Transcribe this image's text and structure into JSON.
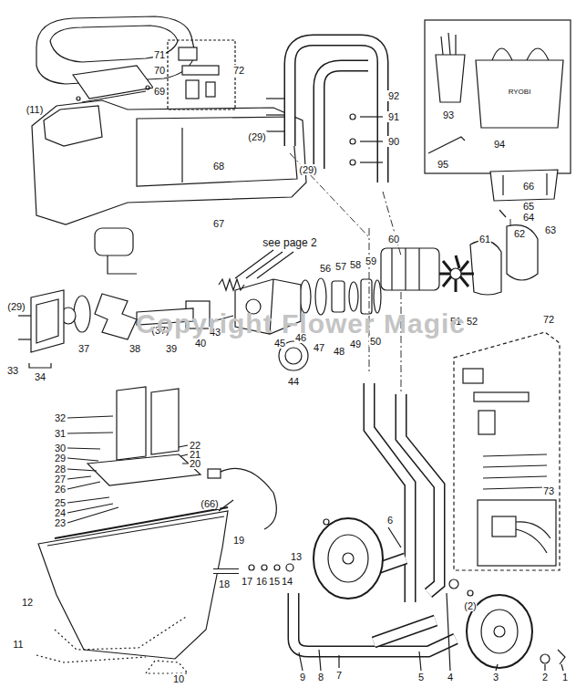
{
  "diagram": {
    "labels": [
      "71",
      "70",
      "72",
      "69",
      "(11)",
      "68",
      "67",
      "see page 2",
      "92",
      "91",
      "90",
      "(29)",
      "(29)",
      "RYOBI",
      "93",
      "94",
      "95",
      "66",
      "65",
      "64",
      "63",
      "62",
      "61",
      "60",
      "59",
      "58",
      "57",
      "56",
      "46",
      "47",
      "48",
      "49",
      "50",
      "51",
      "52",
      "72",
      "(29)",
      "33",
      "34",
      "37",
      "38",
      "39",
      "(37)",
      "40",
      "43",
      "45",
      "44",
      "Copyright Flower Magic",
      "32",
      "31",
      "30",
      "29",
      "28",
      "27",
      "26",
      "25",
      "24",
      "23",
      "22",
      "21",
      "20",
      "(66)",
      "19",
      "73",
      "6",
      "12",
      "18",
      "17",
      "16",
      "15",
      "14",
      "13",
      "(2)",
      "11",
      "10",
      "9",
      "8",
      "7",
      "5",
      "4",
      "3",
      "2",
      "1"
    ]
  }
}
